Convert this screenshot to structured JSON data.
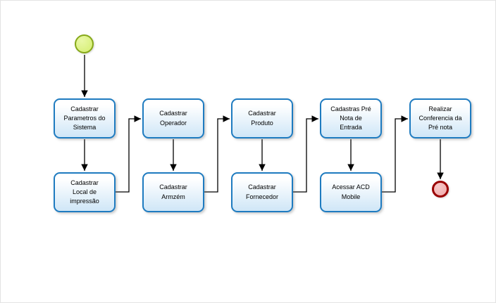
{
  "colors": {
    "node_border": "#1e7bc0",
    "node_fill_bottom": "#cfe6f7",
    "start_fill": "#d4ee70",
    "start_stroke": "#86a819",
    "end_fill": "#f0a8a8",
    "end_stroke": "#990000",
    "connector": "#000000",
    "canvas_bg": "#ffffff"
  },
  "nodes": [
    {
      "id": "start",
      "type": "start-event",
      "label": ""
    },
    {
      "id": "task-1",
      "type": "task",
      "label": "Cadastrar\nParametros do\nSistema"
    },
    {
      "id": "task-2",
      "type": "task",
      "label": "Cadastrar\nLocal de\nimpressão"
    },
    {
      "id": "task-3",
      "type": "task",
      "label": "Cadastrar\nOperador"
    },
    {
      "id": "task-4",
      "type": "task",
      "label": "Cadastrar\nArmzém"
    },
    {
      "id": "task-5",
      "type": "task",
      "label": "Cadastrar\nProduto"
    },
    {
      "id": "task-6",
      "type": "task",
      "label": "Cadastrar\nFornecedor"
    },
    {
      "id": "task-7",
      "type": "task",
      "label": "Cadastras Pré\nNota de\nEntrada"
    },
    {
      "id": "task-8",
      "type": "task",
      "label": "Acessar ACD\nMobile"
    },
    {
      "id": "task-9",
      "type": "task",
      "label": "Realizar\nConferencia da\nPré nota"
    },
    {
      "id": "end",
      "type": "end-event",
      "label": ""
    }
  ],
  "connections": [
    {
      "from": "start",
      "to": "task-1"
    },
    {
      "from": "task-1",
      "to": "task-2"
    },
    {
      "from": "task-2",
      "to": "task-3"
    },
    {
      "from": "task-3",
      "to": "task-4"
    },
    {
      "from": "task-4",
      "to": "task-5"
    },
    {
      "from": "task-5",
      "to": "task-6"
    },
    {
      "from": "task-6",
      "to": "task-7"
    },
    {
      "from": "task-7",
      "to": "task-8"
    },
    {
      "from": "task-8",
      "to": "task-9"
    },
    {
      "from": "task-9",
      "to": "end"
    }
  ]
}
